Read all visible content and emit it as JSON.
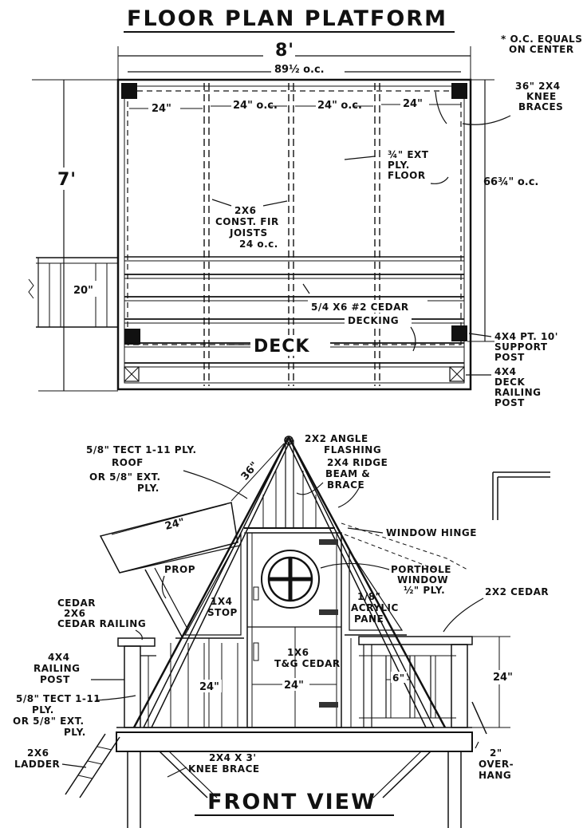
{
  "floor_plan": {
    "title": "FLOOR PLAN PLATFORM",
    "oc_note_line1": "* O.C. EQUALS",
    "oc_note_line2": "ON CENTER",
    "width_dim": "8'",
    "inner_width_dim": "89½ o.c.",
    "spacings": [
      "24\"",
      "24\" o.c.",
      "24\" o.c.",
      "24\""
    ],
    "height_dim": "7'",
    "deck_depth_dim": "20\"",
    "right_dim": "66¾\" o.c.",
    "knee_braces": [
      "36\" 2X4",
      "KNEE",
      "BRACES"
    ],
    "ply_floor": [
      "¾\" EXT",
      "PLY.",
      "FLOOR"
    ],
    "joists": [
      "2X6",
      "CONST. FIR",
      "JOISTS",
      "24 o.c."
    ],
    "decking": [
      "5/4 X6 #2 CEDAR",
      "DECKING"
    ],
    "deck_label": "DECK",
    "support_post": [
      "4X4 PT. 10'",
      "SUPPORT",
      "POST"
    ],
    "railing_post": [
      "4X4",
      "DECK",
      "RAILING",
      "POST"
    ]
  },
  "front_view": {
    "title": "FRONT VIEW",
    "roof": [
      "5/8\" TECT 1-11 PLY.",
      "ROOF",
      "OR 5/8\" EXT.",
      "PLY."
    ],
    "roof_dim": "36\"",
    "flashing": [
      "2X2 ANGLE",
      "FLASHING"
    ],
    "ridge": [
      "2X4 RIDGE",
      "BEAM &",
      "BRACE"
    ],
    "window_hinge": "WINDOW HINGE",
    "prop": "PROP",
    "prop_dim": "24\"",
    "porthole": [
      "PORTHOLE",
      "WINDOW",
      "½\" PLY."
    ],
    "acrylic": [
      "1/8\"",
      "ACRYLIC",
      "PANE"
    ],
    "cedar_railing": [
      "CEDAR",
      "2X6",
      "CEDAR RAILING"
    ],
    "stop": [
      "1X4",
      "STOP"
    ],
    "cedar_2x2": "2X2 CEDAR",
    "tg_cedar": [
      "1X6",
      "T&G CEDAR"
    ],
    "railing_post": [
      "4X4",
      "RAILING",
      "POST"
    ],
    "wall_ply": [
      "5/8\" TECT 1-11",
      "PLY.",
      "OR 5/8\" EXT.",
      "PLY."
    ],
    "dim_24_left": "24\"",
    "dim_24_door": "24\"",
    "dim_6": "6\"",
    "dim_24_right": "24\"",
    "ladder": [
      "2X6",
      "LADDER"
    ],
    "knee_brace": [
      "2X4 X 3'",
      "KNEE BRACE"
    ],
    "overhang": [
      "2\"",
      "OVER-",
      "HANG"
    ]
  }
}
